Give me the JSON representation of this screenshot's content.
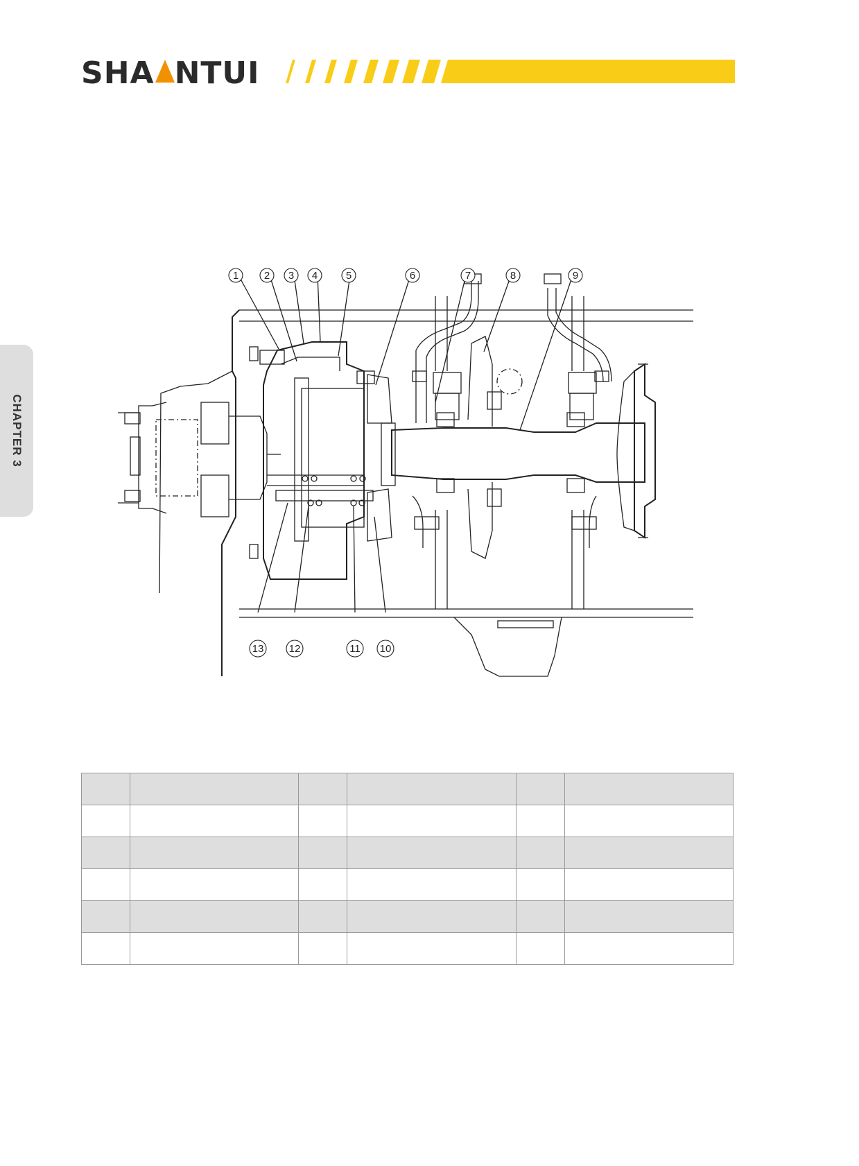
{
  "header": {
    "brand_logo_text": "SHANTUI",
    "accent_color": "#f9cd17",
    "logo_accent_color": "#f29100"
  },
  "side_tab": {
    "label": "CHAPTER 3"
  },
  "diagram": {
    "callouts_top": [
      "1",
      "2",
      "3",
      "4",
      "5",
      "6",
      "7",
      "8",
      "9"
    ],
    "callouts_bottom": [
      "13",
      "12",
      "11",
      "10"
    ]
  },
  "parts_table": {
    "rows": [
      [
        "",
        "",
        "",
        "",
        "",
        ""
      ],
      [
        "",
        "",
        "",
        "",
        "",
        ""
      ],
      [
        "",
        "",
        "",
        "",
        "",
        ""
      ],
      [
        "",
        "",
        "",
        "",
        "",
        ""
      ],
      [
        "",
        "",
        "",
        "",
        "",
        ""
      ],
      [
        "",
        "",
        "",
        "",
        "",
        ""
      ]
    ]
  }
}
